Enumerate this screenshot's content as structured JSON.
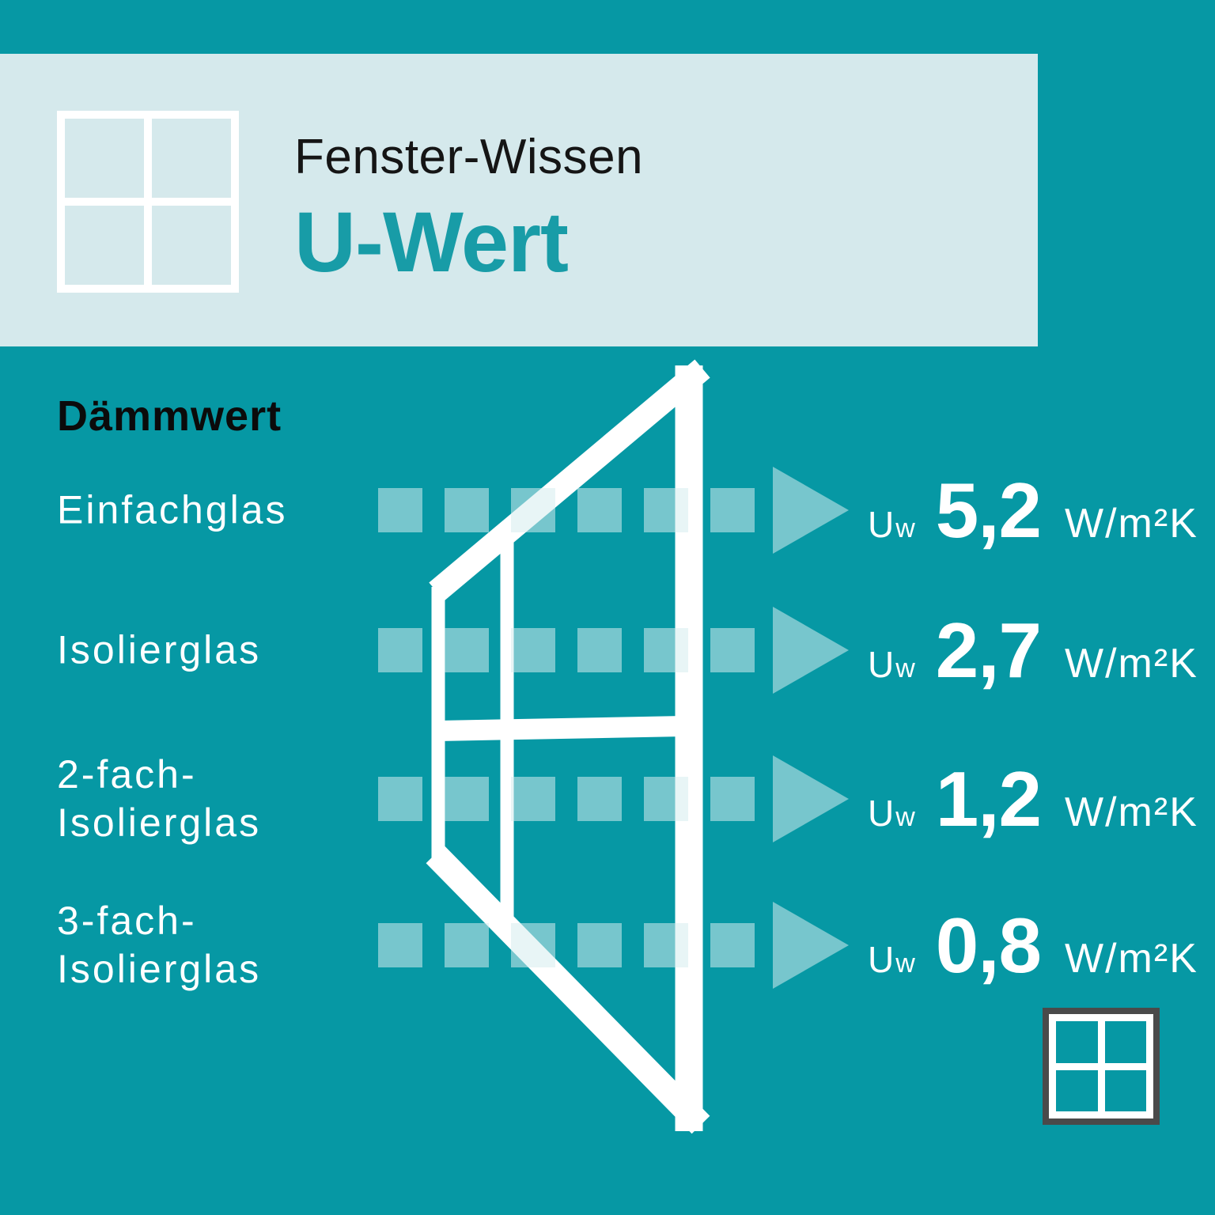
{
  "colors": {
    "background": "#0698A4",
    "panel": "#D5E9EC",
    "accent": "#189CA7",
    "heading_dark": "#0B0B0B",
    "text_light": "#FFFFFF",
    "flow_overlay": "rgba(214,236,238,0.55)",
    "logo_frame": "#4A4A4A"
  },
  "header": {
    "kicker": "Fenster-Wissen",
    "title": "U-Wert"
  },
  "section": {
    "heading": "Dämmwert"
  },
  "rows": [
    {
      "label_lines": [
        "Einfachglas"
      ],
      "u_symbol": "U",
      "u_subscript": "w",
      "value": "5,2",
      "unit": "W/m²K"
    },
    {
      "label_lines": [
        "Isolierglas"
      ],
      "u_symbol": "U",
      "u_subscript": "w",
      "value": "2,7",
      "unit": "W/m²K"
    },
    {
      "label_lines": [
        "2-fach-",
        "Isolierglas"
      ],
      "u_symbol": "U",
      "u_subscript": "w",
      "value": "1,2",
      "unit": "W/m²K"
    },
    {
      "label_lines": [
        "3-fach-",
        "Isolierglas"
      ],
      "u_symbol": "U",
      "u_subscript": "w",
      "value": "0,8",
      "unit": "W/m²K"
    }
  ],
  "icons": {
    "header_icon": "window-grid-icon",
    "footer_icon": "window-grid-icon",
    "flow_square": "heat-flow-square",
    "flow_arrow": "heat-flow-arrowhead",
    "illustration": "perspective-window"
  }
}
